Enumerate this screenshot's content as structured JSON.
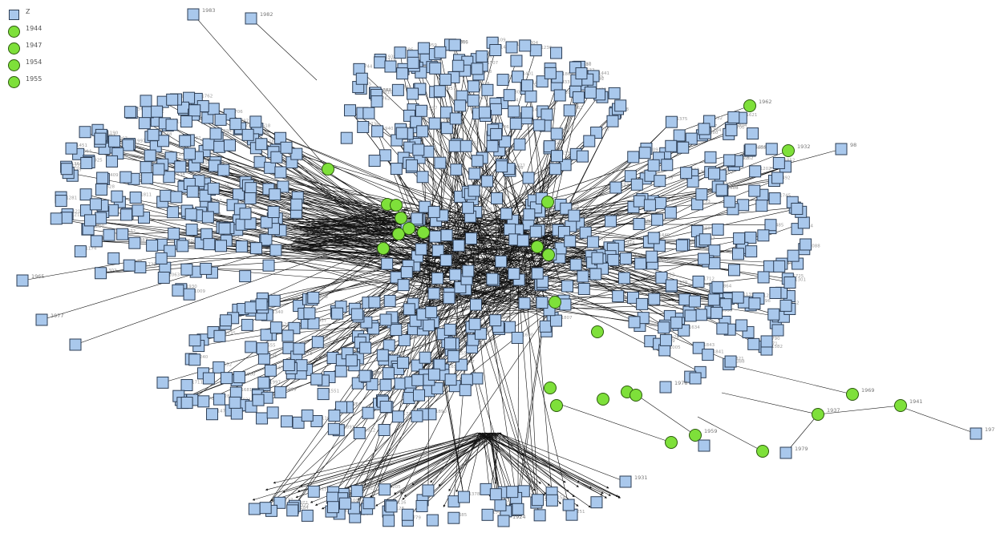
{
  "colors": {
    "square_fill": "#a9c8ec",
    "square_stroke": "#2d3e55",
    "circle_fill": "#7ee03a",
    "circle_stroke": "#2c5a0d",
    "edge": "#111111",
    "label": "#666666"
  },
  "legend": [
    {
      "shape": "square",
      "label": "Z"
    },
    {
      "shape": "circle",
      "label": "1944"
    },
    {
      "shape": "circle",
      "label": "1947"
    },
    {
      "shape": "circle",
      "label": "1954"
    },
    {
      "shape": "circle",
      "label": "1955"
    }
  ],
  "node_labels": {
    "top_left_a": "1983",
    "top_left_b": "1982",
    "top_right_circle": "1962",
    "right_a": "1932",
    "right_b": "98",
    "right_c": "1969",
    "right_d": "1941",
    "right_e": "197",
    "right_f": "1979",
    "left_a": "1965",
    "left_b": "1977",
    "bottom_a": "1931",
    "bottom_b": "1924",
    "mid_a": "1978",
    "mid_b": "1959",
    "mid_c": "1937"
  }
}
